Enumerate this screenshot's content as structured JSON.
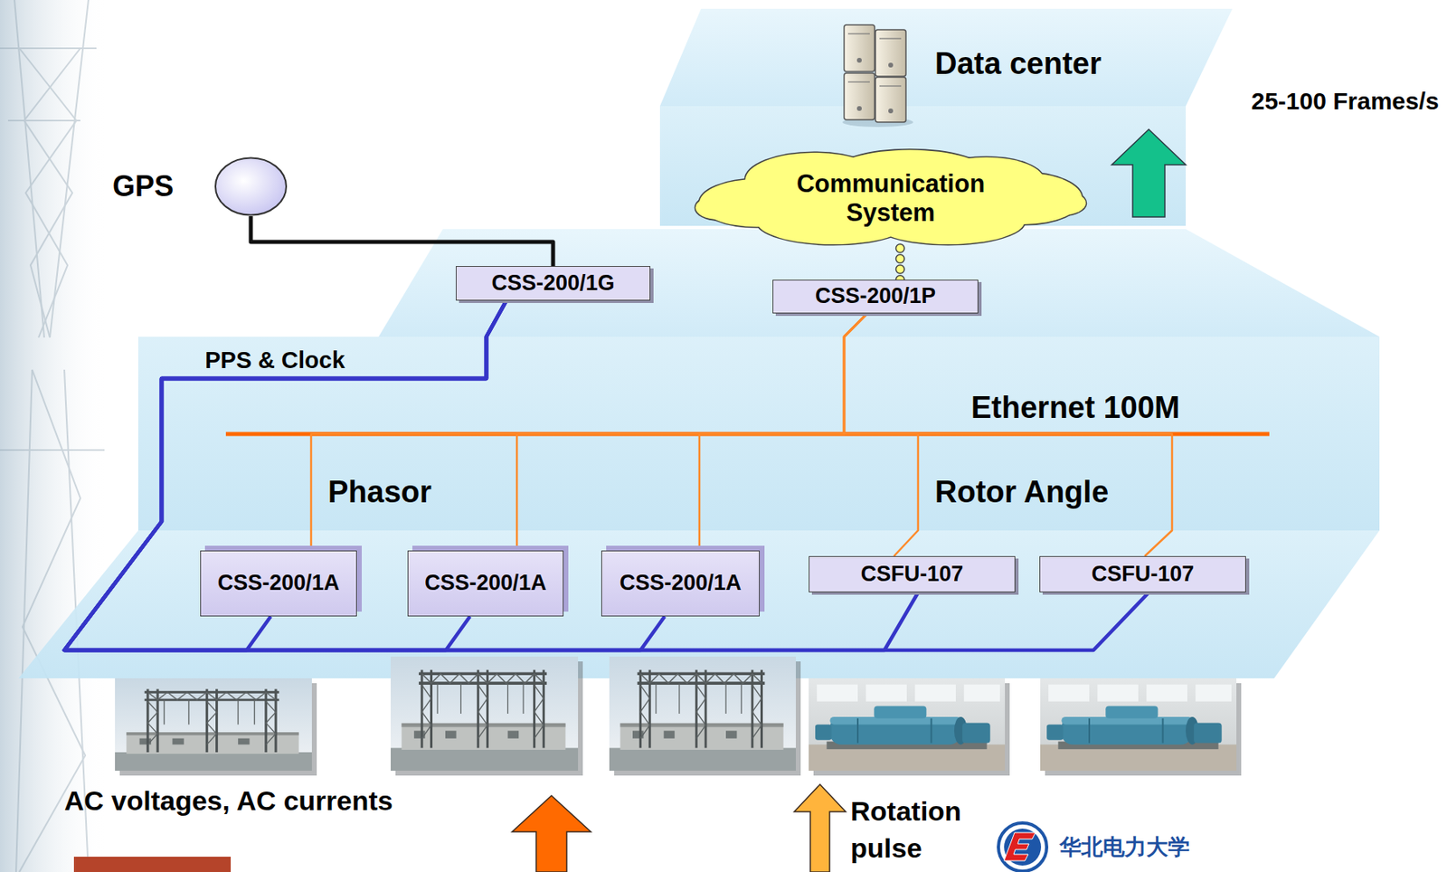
{
  "diagram": {
    "nodes": [
      {
        "text": [
          "Communication System"
        ]
      },
      {
        "text": [
          "GPS"
        ]
      },
      {
        "text": [
          "CSS-200/1G"
        ]
      },
      {
        "text": [
          "CSS-200/1P"
        ]
      },
      {
        "text": [
          "CSS-200/1A"
        ]
      },
      {
        "text": [
          "CSS-200/1A"
        ]
      },
      {
        "text": [
          "CSS-200/1A"
        ]
      },
      {
        "text": [
          "CSFU-107"
        ]
      },
      {
        "text": [
          "CSFU-107"
        ]
      }
    ],
    "edges": [
      {
        "from": 1,
        "to": 2,
        "arrow": "none"
      },
      {
        "from": 3,
        "to": 0,
        "arrow": "none"
      },
      {
        "from": 2,
        "to": 4,
        "arrow": "none"
      },
      {
        "from": 2,
        "to": 5,
        "arrow": "none"
      },
      {
        "from": 2,
        "to": 6,
        "arrow": "none"
      },
      {
        "from": 2,
        "to": 7,
        "arrow": "none"
      },
      {
        "from": 2,
        "to": 8,
        "arrow": "none"
      },
      {
        "from": 3,
        "to": 4,
        "arrow": "none"
      },
      {
        "from": 3,
        "to": 5,
        "arrow": "none"
      },
      {
        "from": 3,
        "to": 6,
        "arrow": "none"
      },
      {
        "from": 3,
        "to": 7,
        "arrow": "none"
      },
      {
        "from": 3,
        "to": 8,
        "arrow": "none"
      }
    ],
    "labels": [
      "Data center",
      "25-100 Frames/s",
      "PPS & Clock",
      "Ethernet 100M",
      "Phasor",
      "Rotor Angle",
      "AC voltages, AC currents",
      "Rotation pulse",
      "华北电力大学"
    ]
  }
}
